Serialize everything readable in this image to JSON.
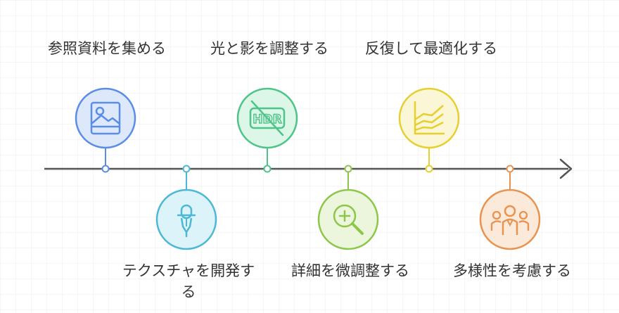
{
  "steps": [
    {
      "label": "参照資料を集める",
      "icon": "image-icon",
      "color": "#5b8de8",
      "fill": "#dde8fb",
      "position": "above"
    },
    {
      "label": "テクスチャを開発する",
      "icon": "pen-icon",
      "color": "#4db8d6",
      "fill": "#dcf3fa",
      "position": "below"
    },
    {
      "label": "光と影を調整する",
      "icon": "hdr-off-icon",
      "color": "#4fc48a",
      "fill": "#dcf6e8",
      "position": "above"
    },
    {
      "label": "詳細を微調整する",
      "icon": "zoom-in-icon",
      "color": "#8ec64a",
      "fill": "#ebf6dd",
      "position": "below"
    },
    {
      "label": "反復して最適化する",
      "icon": "area-chart-icon",
      "color": "#e6cf2e",
      "fill": "#fbf6d6",
      "position": "above"
    },
    {
      "label": "多様性を考慮する",
      "icon": "people-icon",
      "color": "#e89350",
      "fill": "#fbe9da",
      "position": "below"
    }
  ],
  "axis_color": "#555555"
}
